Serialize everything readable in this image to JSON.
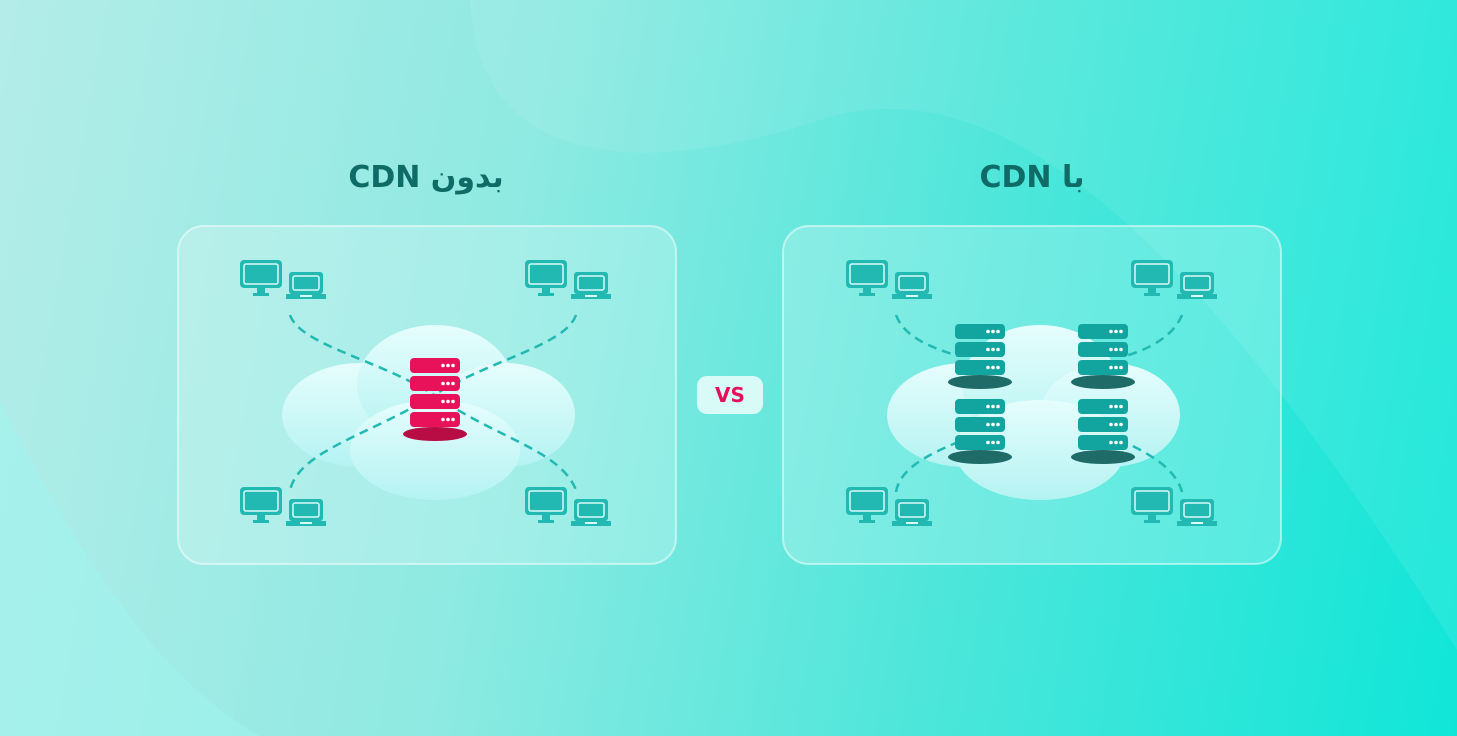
{
  "left": {
    "title": "بدون CDN"
  },
  "right": {
    "title": "با CDN"
  },
  "vs_label": "VS",
  "colors": {
    "accent": "#21b9b2",
    "origin_server": "#e8125a",
    "edge_server": "#12a59f",
    "text": "#0f6b66"
  }
}
